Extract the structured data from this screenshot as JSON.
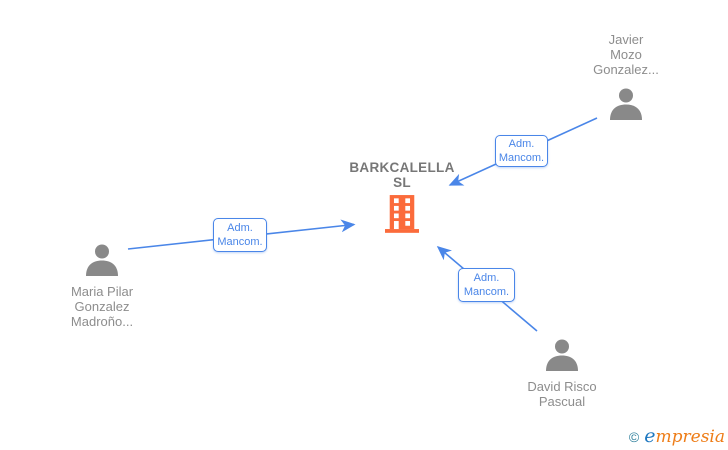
{
  "company": {
    "name_lines": [
      "BARKCALELLA",
      "SL"
    ]
  },
  "people": {
    "javier": {
      "name_lines": [
        "Javier",
        "Mozo",
        "Gonzalez..."
      ]
    },
    "maria": {
      "name_lines": [
        "Maria Pilar",
        "Gonzalez",
        "Madroño..."
      ]
    },
    "david": {
      "name_lines": [
        "David Risco",
        "Pascual"
      ]
    }
  },
  "edges": {
    "javier_to_company": {
      "label_lines": [
        "Adm.",
        "Mancom."
      ]
    },
    "maria_to_company": {
      "label_lines": [
        "Adm.",
        "Mancom."
      ]
    },
    "david_to_company": {
      "label_lines": [
        "Adm.",
        "Mancom."
      ]
    }
  },
  "watermark": {
    "copyright": "©",
    "brand_e": "e",
    "brand_rest": "mpresia"
  },
  "colors": {
    "edge_blue": "#4a86e8",
    "building_orange": "#fb6b3b",
    "person_gray": "#898989",
    "label_gray": "#8d8d8d",
    "company_gray": "#777777",
    "watermark_teal": "#2e7f9c",
    "watermark_blue": "#1e78c0",
    "watermark_orange": "#ee7d18"
  }
}
